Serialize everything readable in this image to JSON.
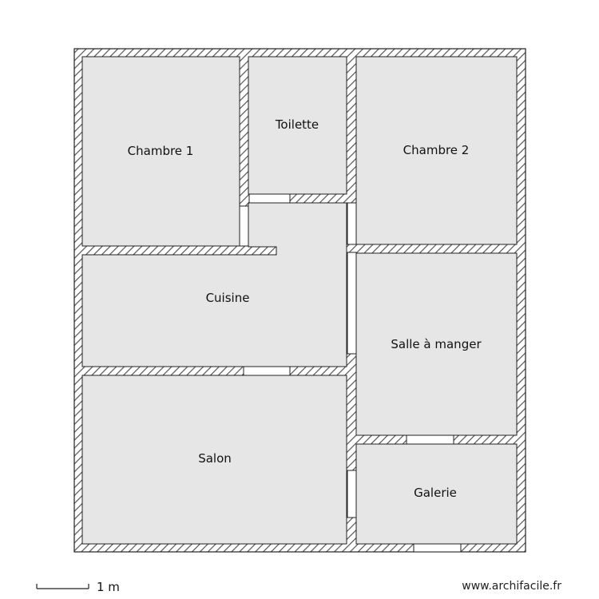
{
  "rooms": {
    "chambre1": "Chambre 1",
    "toilette": "Toilette",
    "chambre2": "Chambre 2",
    "cuisine": "Cuisine",
    "salle_a_manger": "Salle à manger",
    "salon": "Salon",
    "galerie": "Galerie"
  },
  "scale": {
    "label": "1 m"
  },
  "watermark": "www.archifacile.fr",
  "colors": {
    "room_fill": "#e6e6e7",
    "wall_stroke": "#222222",
    "hatch": "#555555",
    "opening": "#ffffff"
  }
}
